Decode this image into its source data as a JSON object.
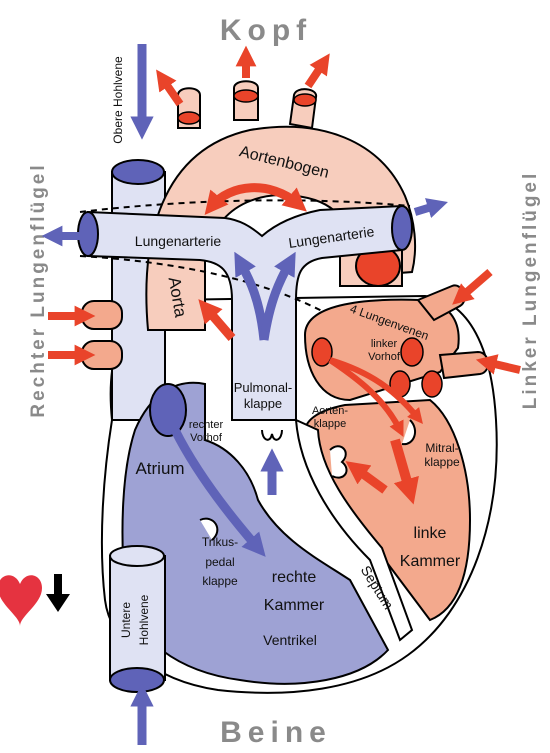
{
  "orientation": {
    "top": "Kopf",
    "bottom": "Beine",
    "left": "Rechter Lungenflügel",
    "right": "Linker Lungenflügel"
  },
  "vessels": {
    "superior_vena_cava": "Obere Hohlvene",
    "inferior_vena_cava_line1": "Untere",
    "inferior_vena_cava_line2": "Hohlvene",
    "aortic_arch": "Aortenbogen",
    "pulmonary_artery_left": "Lungenarterie",
    "pulmonary_artery_right": "Lungenarterie",
    "aorta": "Aorta",
    "pulmonary_veins": "4 Lungenvenen"
  },
  "chambers": {
    "right_atrium_small_line1": "rechter",
    "right_atrium_small_line2": "Vorhof",
    "right_atrium": "Atrium",
    "left_atrium_line1": "linker",
    "left_atrium_line2": "Vorhof",
    "right_ventricle_line1": "rechte",
    "right_ventricle_line2": "Kammer",
    "right_ventricle_term": "Ventrikel",
    "left_ventricle_line1": "linke",
    "left_ventricle_line2": "Kammer",
    "septum": "Septum"
  },
  "valves": {
    "pulmonary_line1": "Pulmonal-",
    "pulmonary_line2": "klappe",
    "aortic_line1": "Aorten-",
    "aortic_line2": "klappe",
    "mitral_line1": "Mitral-",
    "mitral_line2": "klappe",
    "tricuspid_line1": "Trikus-",
    "tricuspid_line2": "pedal",
    "tricuspid_line3": "klappe"
  },
  "colors": {
    "deoxygenated": "#5f63b8",
    "deoxygenated_light": "#dfe2f3",
    "right_heart": "#9ea2d4",
    "oxygenated": "#e9442a",
    "left_heart": "#f3a98d",
    "arch_fill": "#f7cdbd",
    "heart_icon": "#e53340"
  },
  "icons": {
    "heart": "heart-icon",
    "down_arrow": "arrow-down-icon"
  }
}
